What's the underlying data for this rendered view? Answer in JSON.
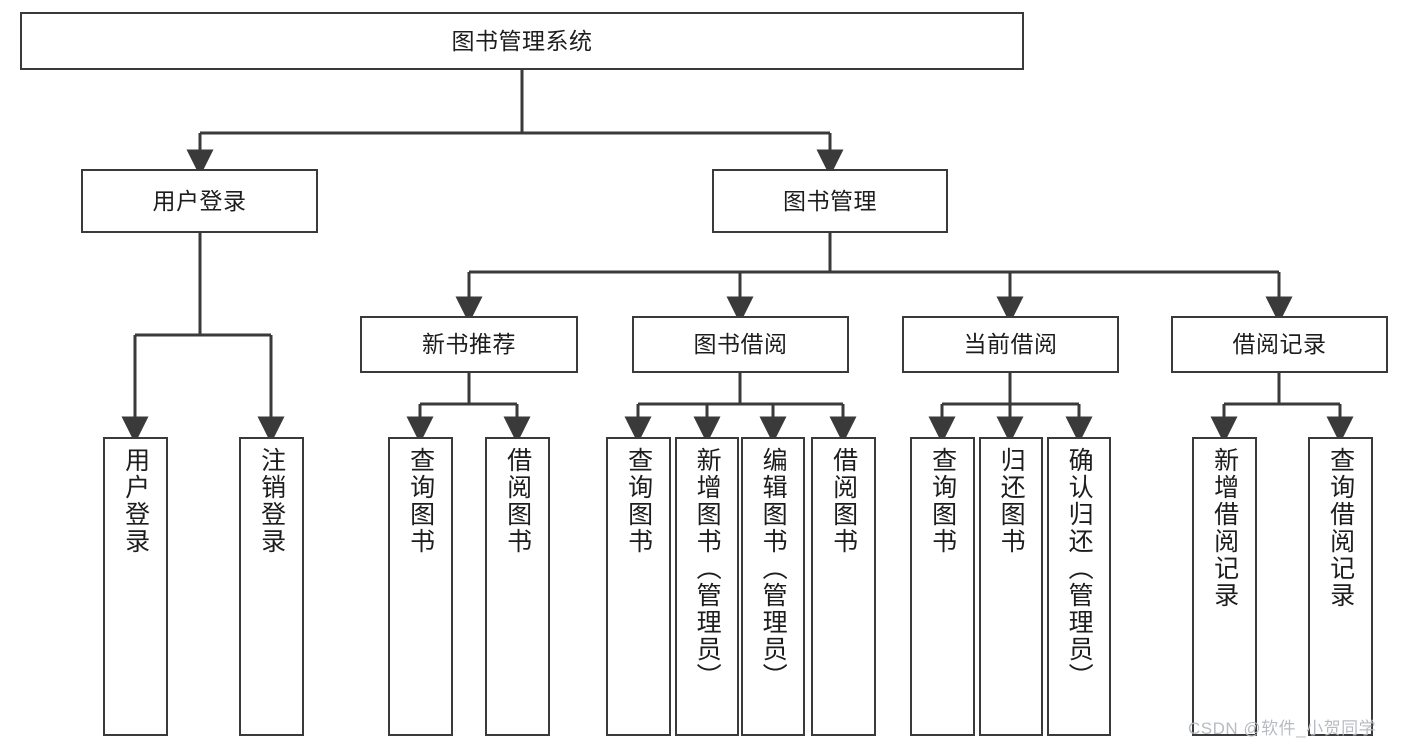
{
  "diagram": {
    "title_node": {
      "label": "图书管理系统"
    },
    "level1": [
      {
        "label": "用户登录"
      },
      {
        "label": "图书管理"
      }
    ],
    "level2": [
      {
        "label": "新书推荐"
      },
      {
        "label": "图书借阅"
      },
      {
        "label": "当前借阅"
      },
      {
        "label": "借阅记录"
      }
    ],
    "leaves": {
      "user_login": [
        {
          "label": "用户登录"
        },
        {
          "label": "注销登录"
        }
      ],
      "new_book_recommend": [
        {
          "label": "查询图书"
        },
        {
          "label": "借阅图书"
        }
      ],
      "book_borrow": [
        {
          "label": "查询图书"
        },
        {
          "label": "新增图书（管理员）"
        },
        {
          "label": "编辑图书（管理员）"
        },
        {
          "label": "借阅图书"
        }
      ],
      "current_borrow": [
        {
          "label": "查询图书"
        },
        {
          "label": "归还图书"
        },
        {
          "label": "确认归还（管理员）"
        }
      ],
      "borrow_record": [
        {
          "label": "新增借阅记录"
        },
        {
          "label": "查询借阅记录"
        }
      ]
    },
    "watermark": "CSDN @软件_小贺同学",
    "colors": {
      "stroke": "#3a3a3a",
      "text": "#1d1d1d",
      "background": "#ffffff",
      "watermark": "#b8bcc2"
    }
  }
}
